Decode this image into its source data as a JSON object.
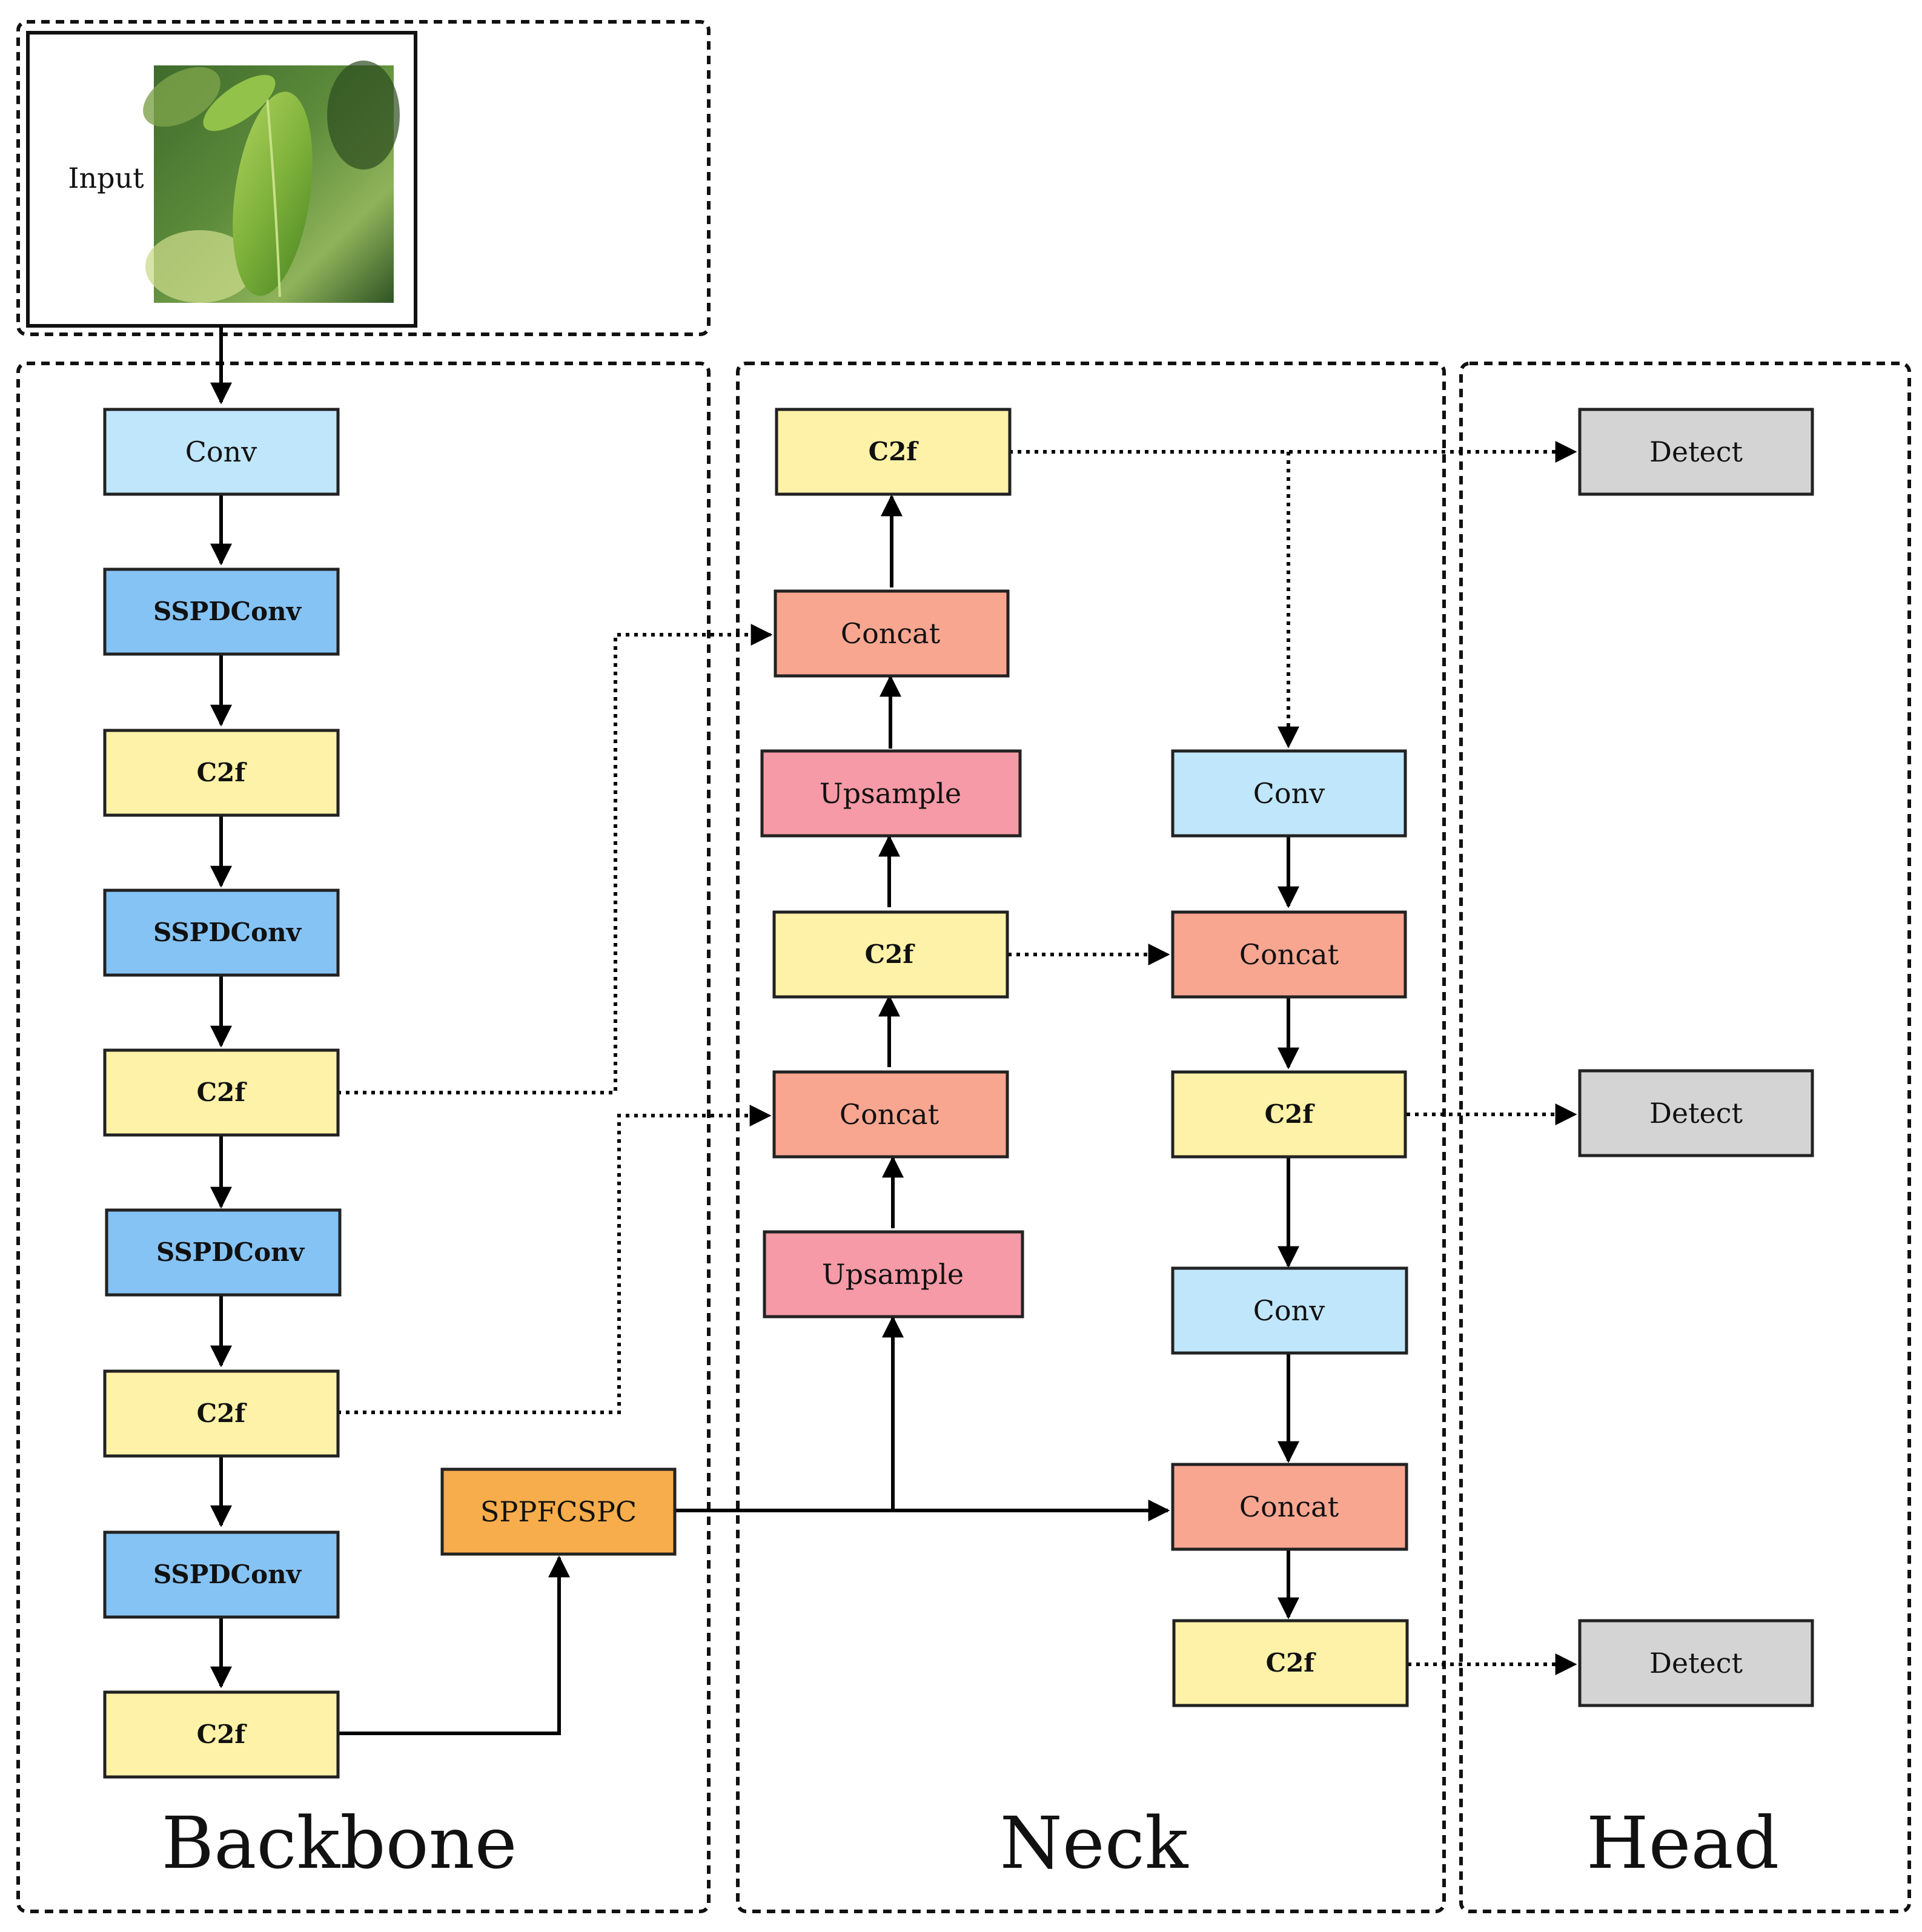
{
  "input": {
    "label": "Input"
  },
  "sections": {
    "backbone": "Backbone",
    "neck": "Neck",
    "head": "Head"
  },
  "colors": {
    "conv": "#bfe6fb",
    "sspdconv": "#85c3f5",
    "c2f": "#fdf2a7",
    "concat": "#f9a691",
    "upsample": "#f59aa6",
    "sppfcspc": "#f7ad4c",
    "detect": "#d4d4d4",
    "stroke": "#222222"
  },
  "blocks": {
    "bb_conv": "Conv",
    "bb_sspd1": "SSPDConv",
    "bb_c2f1": "C2f",
    "bb_sspd2": "SSPDConv",
    "bb_c2f2": "C2f",
    "bb_sspd3": "SSPDConv",
    "bb_c2f3": "C2f",
    "bb_sspd4": "SSPDConv",
    "bb_c2f4": "C2f",
    "sppfcspc": "SPPFCSPC",
    "n_c2f_top": "C2f",
    "n_concat1": "Concat",
    "n_up1": "Upsample",
    "n_c2f_mid": "C2f",
    "n_concat2": "Concat",
    "n_up2": "Upsample",
    "n_conv1": "Conv",
    "n_concat3": "Concat",
    "n_c2f_r1": "C2f",
    "n_conv2": "Conv",
    "n_concat4": "Concat",
    "n_c2f_r2": "C2f",
    "detect1": "Detect",
    "detect2": "Detect",
    "detect3": "Detect"
  }
}
